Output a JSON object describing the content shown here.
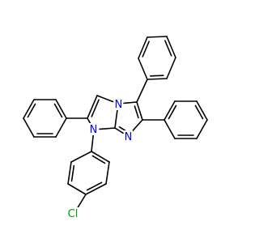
{
  "colors": {
    "bond": "#000000",
    "nitrogen": "#0000ff",
    "chlorine": "#00a000",
    "background": "#ffffff"
  },
  "molecule": {
    "atoms": {
      "n_bridge": "N",
      "n_imine": "N",
      "n_substituted": "N",
      "chlorine": "Cl"
    }
  }
}
